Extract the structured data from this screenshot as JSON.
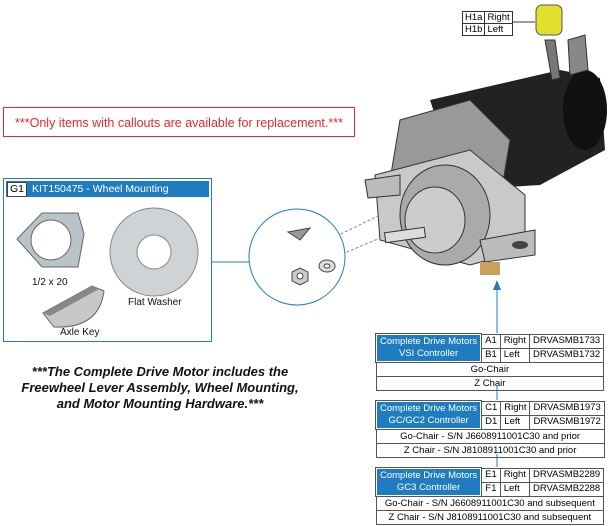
{
  "banner": "***Only items with callouts are available for replacement.***",
  "kit": {
    "code": "G1",
    "title": "KIT150475 - Wheel Mounting Hardware",
    "items": [
      "1/2 x 20",
      "Flat Washer",
      "Axle Key"
    ]
  },
  "note": "***The Complete Drive Motor includes the Freewheel Lever Assembly, Wheel Mounting, and Motor Mounting Hardware.***",
  "lever": {
    "rows": [
      {
        "code": "H1a",
        "side": "Right"
      },
      {
        "code": "H1b",
        "side": "Left"
      }
    ]
  },
  "tables": [
    {
      "title": [
        "Complete Drive Motors",
        "VSI Controller"
      ],
      "rows": [
        {
          "code": "A1",
          "side": "Right",
          "part": "DRVASMB1733"
        },
        {
          "code": "B1",
          "side": "Left",
          "part": "DRVASMB1732"
        }
      ],
      "notes": [
        "Go-Chair",
        "Z Chair"
      ]
    },
    {
      "title": [
        "Complete Drive Motors",
        "GC/GC2 Controller"
      ],
      "rows": [
        {
          "code": "C1",
          "side": "Right",
          "part": "DRVASMB1973"
        },
        {
          "code": "D1",
          "side": "Left",
          "part": "DRVASMB1972"
        }
      ],
      "notes": [
        "Go-Chair - S/N J6608911001C30 and prior",
        "Z Chair - S/N J8108911001C30 and prior"
      ]
    },
    {
      "title": [
        "Complete Drive Motors",
        "GC3 Controller"
      ],
      "rows": [
        {
          "code": "E1",
          "side": "Right",
          "part": "DRVASMB2289"
        },
        {
          "code": "F1",
          "side": "Left",
          "part": "DRVASMB2288"
        }
      ],
      "notes": [
        "Go-Chair - S/N J6608911001C30 and subsequent",
        "Z Chair - S/N J8108911001C30 and subsequent"
      ]
    }
  ],
  "colors": {
    "accent": "#1f7cc1",
    "warning": "#e8262b",
    "lever": "#e3df2e"
  }
}
